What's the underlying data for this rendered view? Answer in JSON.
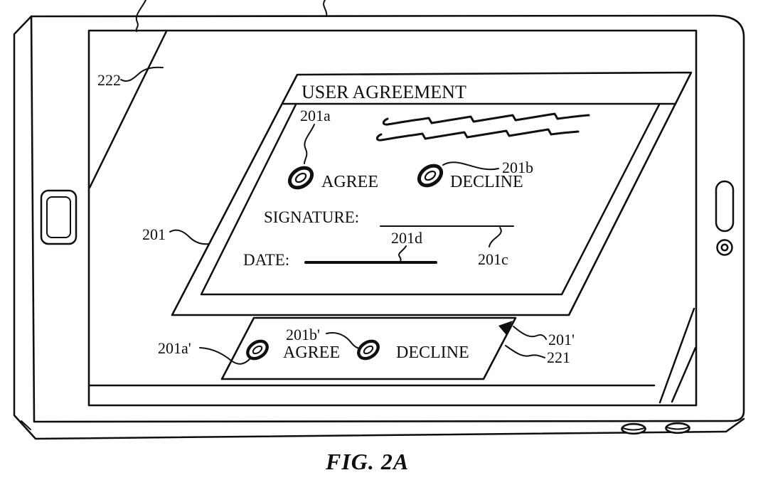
{
  "caption": "FIG. 2A",
  "device": {
    "screen_ref": "222"
  },
  "dialog": {
    "ref": "201",
    "title": "USER AGREEMENT",
    "agree_label": "AGREE",
    "agree_ref": "201a",
    "decline_label": "DECLINE",
    "decline_ref": "201b",
    "signature_label": "SIGNATURE:",
    "signature_ref": "201c",
    "date_label": "DATE:",
    "date_ref": "201d"
  },
  "bar": {
    "ref": "201'",
    "panel_ref": "221",
    "agree_label": "AGREE",
    "agree_ref": "201a'",
    "decline_label": "DECLINE",
    "decline_ref": "201b'"
  }
}
